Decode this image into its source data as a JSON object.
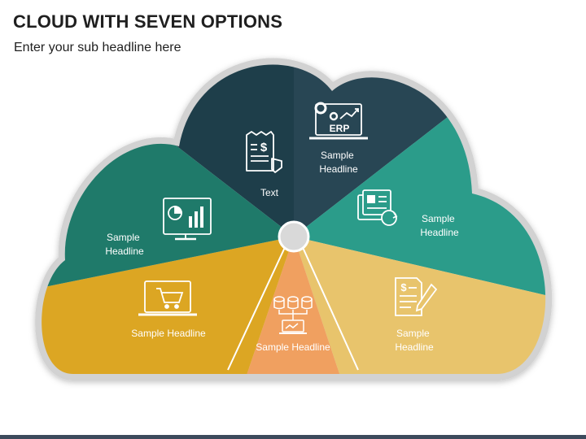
{
  "title": "CLOUD WITH SEVEN OPTIONS",
  "subtitle": "Enter your sub headline here",
  "colors": {
    "dark_teal": "#1e3e4a",
    "navy": "#284654",
    "teal": "#2b9c8a",
    "green_teal": "#1f7a6a",
    "gold": "#dca623",
    "light_gold": "#e8c46c",
    "orange": "#f0a060",
    "center": "#d9d9d9"
  },
  "segments": [
    {
      "id": "text",
      "label": [
        "Text"
      ],
      "icon": "receipt-dollar-icon"
    },
    {
      "id": "erp",
      "label": [
        "Sample",
        "Headline"
      ],
      "icon": "erp-laptop-icon"
    },
    {
      "id": "docs",
      "label": [
        "Sample",
        "Headline"
      ],
      "icon": "documents-refresh-icon"
    },
    {
      "id": "contract",
      "label": [
        "Sample",
        "Headline"
      ],
      "icon": "contract-pen-icon"
    },
    {
      "id": "database",
      "label": [
        "Sample Headline"
      ],
      "icon": "database-network-icon"
    },
    {
      "id": "cart",
      "label": [
        "Sample Headline"
      ],
      "icon": "shopping-cart-laptop-icon"
    },
    {
      "id": "dashboard",
      "label": [
        "Sample",
        "Headline"
      ],
      "icon": "dashboard-monitor-icon"
    }
  ]
}
